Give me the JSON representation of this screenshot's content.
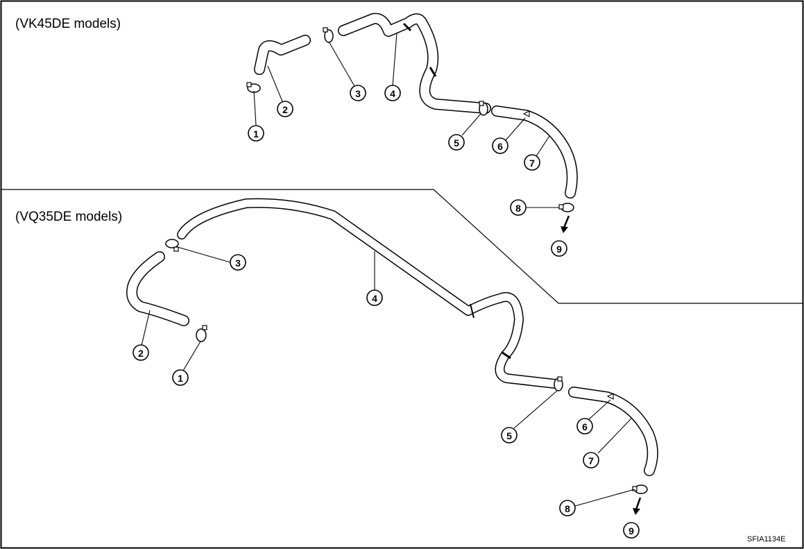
{
  "figure_code": "SFIA1134E",
  "panels": [
    {
      "title": "(VK45DE models)",
      "callouts": [
        "1",
        "2",
        "3",
        "4",
        "5",
        "6",
        "7",
        "8",
        "9"
      ]
    },
    {
      "title": "(VQ35DE models)",
      "callouts": [
        "1",
        "2",
        "3",
        "4",
        "5",
        "6",
        "7",
        "8",
        "9"
      ]
    }
  ]
}
